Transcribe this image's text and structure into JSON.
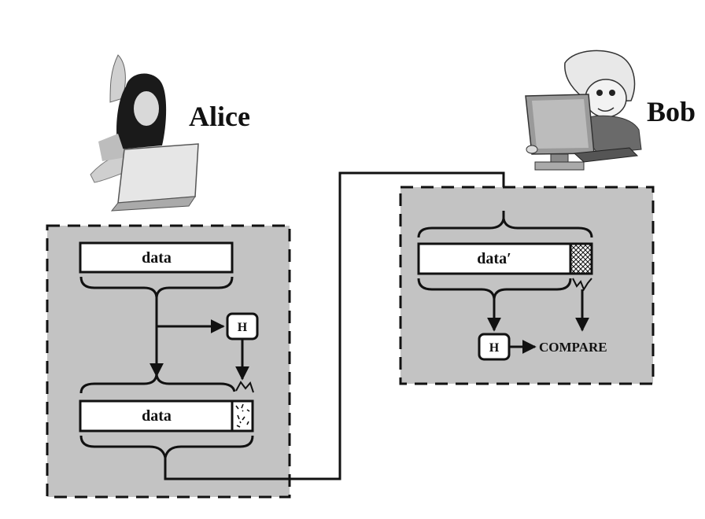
{
  "people": {
    "sender": {
      "name": "Alice",
      "icon": "woman-with-laptop-icon"
    },
    "receiver": {
      "name": "Bob",
      "icon": "boy-at-computer-icon"
    }
  },
  "sender_panel": {
    "message_label": "data",
    "hash_label": "H",
    "output_label": "data",
    "hash_block_icon": "speckled-hash-block-icon"
  },
  "receiver_panel": {
    "message_label": "data′",
    "hash_label": "H",
    "compare_label": "COMPARE",
    "hash_block_icon": "crosshatched-hash-block-icon"
  },
  "colors": {
    "panel_fill": "#c3c3c3",
    "line": "#111111",
    "box_fill": "#ffffff"
  }
}
